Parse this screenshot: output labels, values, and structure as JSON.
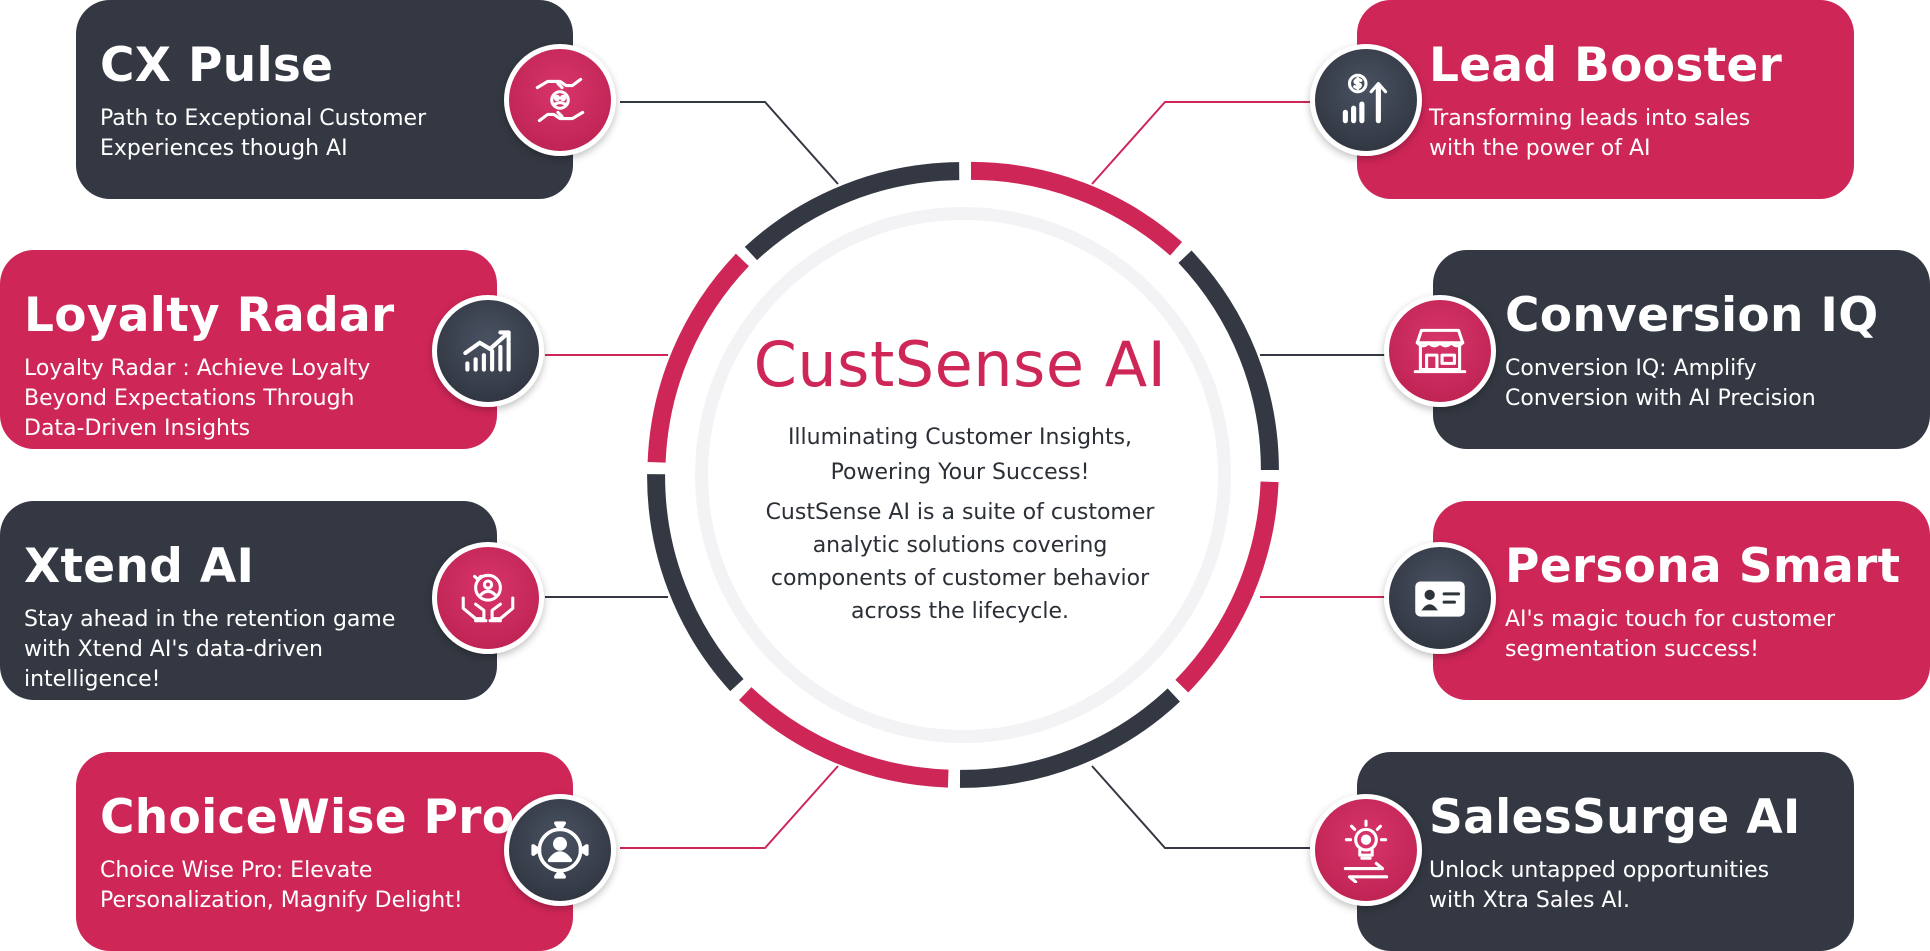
{
  "center": {
    "title": "CustSense AI",
    "tagline": "Illuminating Customer Insights, Powering Your Success!",
    "description": "CustSense AI is a suite of customer analytic solutions covering components of customer behavior across the lifecycle."
  },
  "colors": {
    "accent_pink": "#cf2658",
    "dark_slate": "#333842",
    "white": "#ffffff"
  },
  "cards": [
    {
      "id": "cx-pulse",
      "title": "CX Pulse",
      "description": "Path to Exceptional Customer Experiences though AI",
      "icon": "hands-people-icon"
    },
    {
      "id": "loyalty-radar",
      "title": "Loyalty Radar",
      "description": "Loyalty Radar : Achieve Loyalty Beyond Expectations Through Data-Driven Insights",
      "icon": "growth-chart-icon"
    },
    {
      "id": "xtend-ai",
      "title": "Xtend AI",
      "description": "Stay ahead in the retention game with Xtend AI's data-driven intelligence!",
      "icon": "retention-hands-icon"
    },
    {
      "id": "choicewise-pro",
      "title": "ChoiceWise Pro",
      "description": "Choice Wise Pro: Elevate Personalization, Magnify Delight!",
      "icon": "target-person-icon"
    },
    {
      "id": "lead-booster",
      "title": "Lead Booster",
      "description": "Transforming leads into sales with the power of AI",
      "icon": "dollar-growth-icon"
    },
    {
      "id": "conversion-iq",
      "title": "Conversion IQ",
      "description": "Conversion IQ: Amplify Conversion with AI Precision",
      "icon": "storefront-icon"
    },
    {
      "id": "persona-smart",
      "title": "Persona Smart",
      "description": "AI's magic touch for customer segmentation success!",
      "icon": "id-card-icon"
    },
    {
      "id": "salessurge-ai",
      "title": "SalesSurge AI",
      "description": "Unlock untapped opportunities with Xtra Sales AI.",
      "icon": "bulb-gear-icon"
    }
  ]
}
